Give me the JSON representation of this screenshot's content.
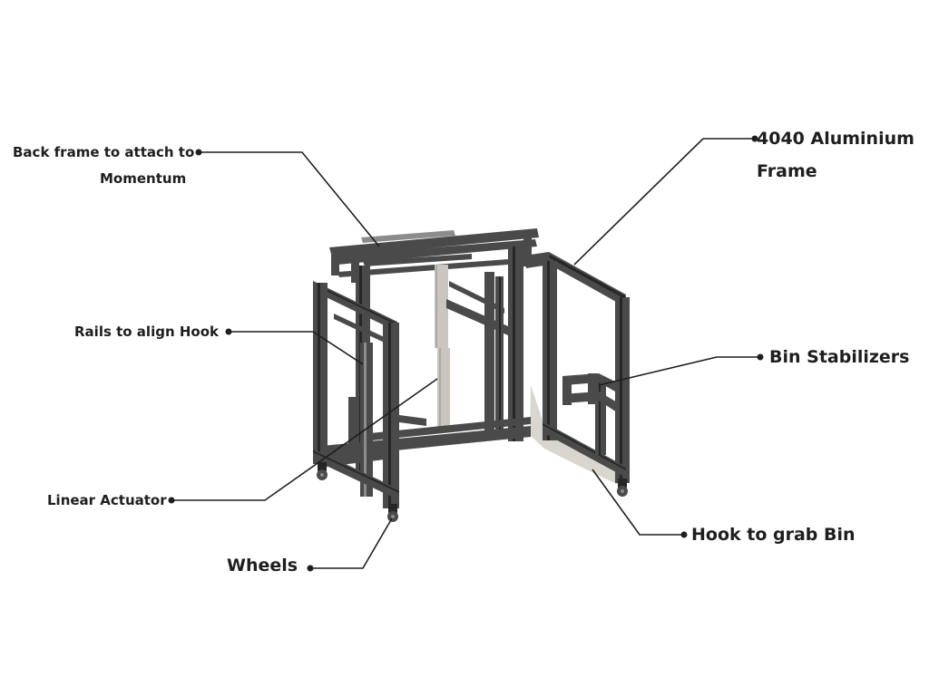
{
  "colors": {
    "frame": "#4a4a4a",
    "frame_dark": "#262626",
    "frame_light": "#8c8c8c",
    "plate": "#d9d6cf",
    "actuator": "#c9c6bf",
    "leader": "#1e1e1e",
    "text": "#1e1e1e"
  },
  "labels": {
    "back_frame": {
      "line1": "Back frame to attach to",
      "line2": "Momentum"
    },
    "aluminium_frame": {
      "line1": "4040 Aluminium",
      "line2": "Frame"
    },
    "rails": "Rails to align Hook",
    "bin_stabilizers": "Bin Stabilizers",
    "linear_actuator": "Linear Actuator",
    "hook": "Hook to grab Bin",
    "wheels": "Wheels"
  }
}
